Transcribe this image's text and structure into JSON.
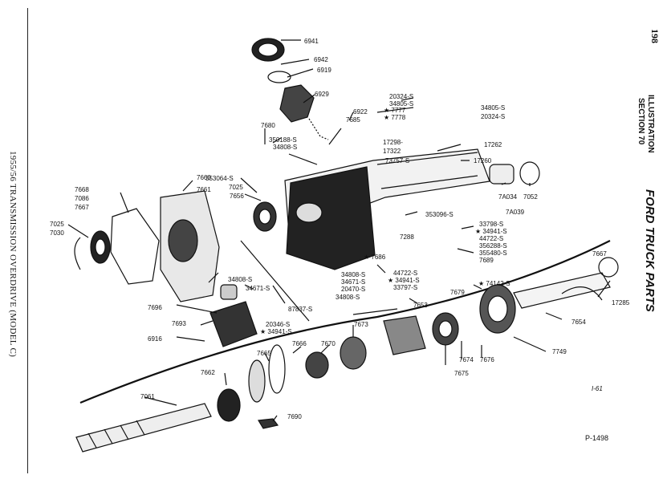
{
  "margin_title": "1955/56 TRANSMISSION OVERDRIVE (MODEL C)",
  "page_number": "198",
  "section": {
    "line1": "ILLUSTRATION",
    "line2": "SECTION 70"
  },
  "side_title": "FORD TRUCK PARTS",
  "figure_code": "I-61",
  "plate_number": "P-1498",
  "part_labels": [
    "6941",
    "6942",
    "6919",
    "6929",
    "6922",
    "7685",
    "7680",
    "350188-S",
    "34808-S",
    "20324-S",
    "34805-S",
    "★ 7777",
    "★ 7778",
    "34805-S",
    "20324-S",
    "17298-",
    "17322",
    "17262",
    "73757-S",
    "17260",
    "7A034",
    "7052",
    "7A039",
    "7660",
    "7661",
    "7668",
    "7086",
    "7667",
    "7025",
    "7030",
    "353064-S",
    "7025",
    "7656",
    "353096-S",
    "33798-S",
    "★ 34941-S",
    "44722-S",
    "356288-S",
    "355480-S",
    "7689",
    "7288",
    "★ 7686",
    "34808-S",
    "34671-S",
    "20470-S",
    "34808-S",
    "44722-S",
    "★ 34941-S",
    "33797-S",
    "34808-S",
    "34671-S",
    "7696",
    "87837-S",
    "7693",
    "20346-S",
    "★ 34941-S",
    "6916",
    "7667",
    "★ 74142-S",
    "17285",
    "7654",
    "7679",
    "7653",
    "7673",
    "7670",
    "7666",
    "7665",
    "7662",
    "7674",
    "7676",
    "7675",
    "7749",
    "7061",
    "7690"
  ]
}
